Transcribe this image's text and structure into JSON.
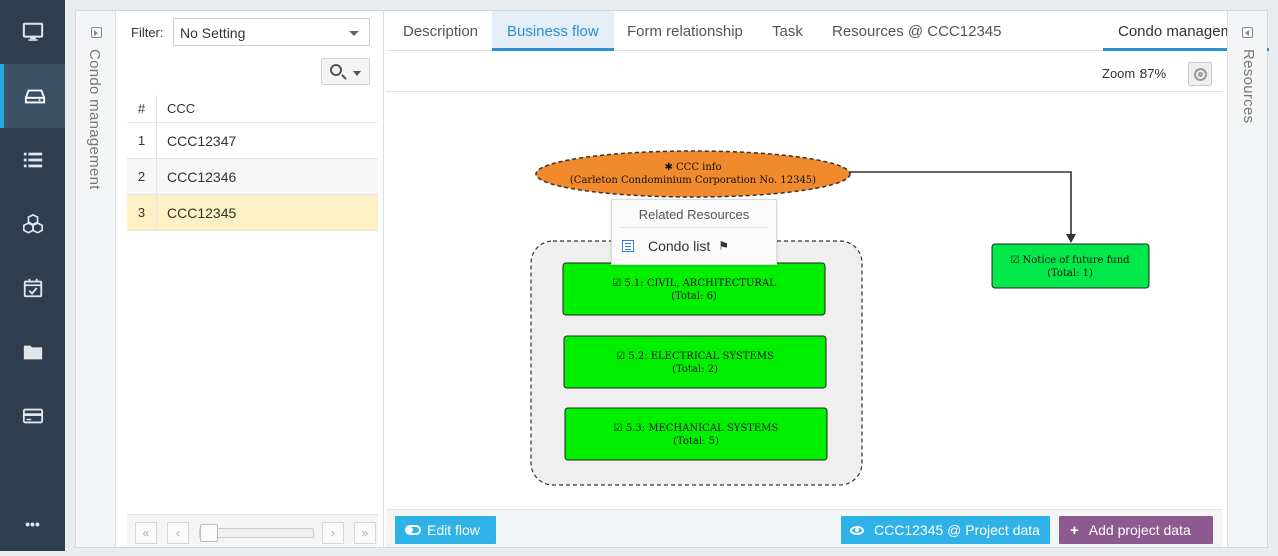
{
  "nav": {
    "items": [
      {
        "name": "monitor-icon",
        "active": false
      },
      {
        "name": "drive-icon",
        "active": true
      },
      {
        "name": "list-icon",
        "active": false
      },
      {
        "name": "cubes-icon",
        "active": false
      },
      {
        "name": "calendar-check-icon",
        "active": false
      },
      {
        "name": "folder-icon",
        "active": false
      },
      {
        "name": "credit-card-icon",
        "active": false
      },
      {
        "name": "more-icon",
        "active": false
      }
    ],
    "more_label": "•••"
  },
  "left_panel": {
    "title": "Condo management"
  },
  "list": {
    "filter_label": "Filter:",
    "filter_value": "No Setting",
    "columns": [
      "#",
      "CCC"
    ],
    "rows": [
      {
        "n": "1",
        "value": "CCC12347"
      },
      {
        "n": "2",
        "value": "CCC12346"
      },
      {
        "n": "3",
        "value": "CCC12345"
      }
    ]
  },
  "tabs": [
    {
      "label": "Description"
    },
    {
      "label": "Business flow"
    },
    {
      "label": "Form relationship"
    },
    {
      "label": "Task"
    },
    {
      "label": "Resources @ CCC12345"
    },
    {
      "label": "Condo management"
    }
  ],
  "zoom": {
    "label": "Zoom :",
    "value": "87%"
  },
  "flow": {
    "root": {
      "line1": "✱ CCC info",
      "line2": "(Carleton Condominium Corporation No. 12345)"
    },
    "group_items": [
      {
        "line1": "☑ 5.1: CIVIL, ARCHITECTURAL",
        "line2": "(Total: 6)"
      },
      {
        "line1": "☑ 5.2: ELECTRICAL SYSTEMS",
        "line2": "(Total: 2)"
      },
      {
        "line1": "☑ 5.3: MECHANICAL SYSTEMS",
        "line2": "(Total: 5)"
      }
    ],
    "side": {
      "line1": "☑ Notice of future fund",
      "line2": "(Total: 1)"
    },
    "colors": {
      "root": "#f08a2c",
      "node": "#00f000",
      "side": "#00e84a",
      "group": "#efefef"
    }
  },
  "context_menu": {
    "title": "Related Resources",
    "item": "Condo list",
    "flag": "⚑"
  },
  "footer": {
    "edit_flow": "Edit flow",
    "project_data": "CCC12345 @ Project data",
    "add_project": "Add project data"
  },
  "right_panel": {
    "title": "Resources"
  }
}
